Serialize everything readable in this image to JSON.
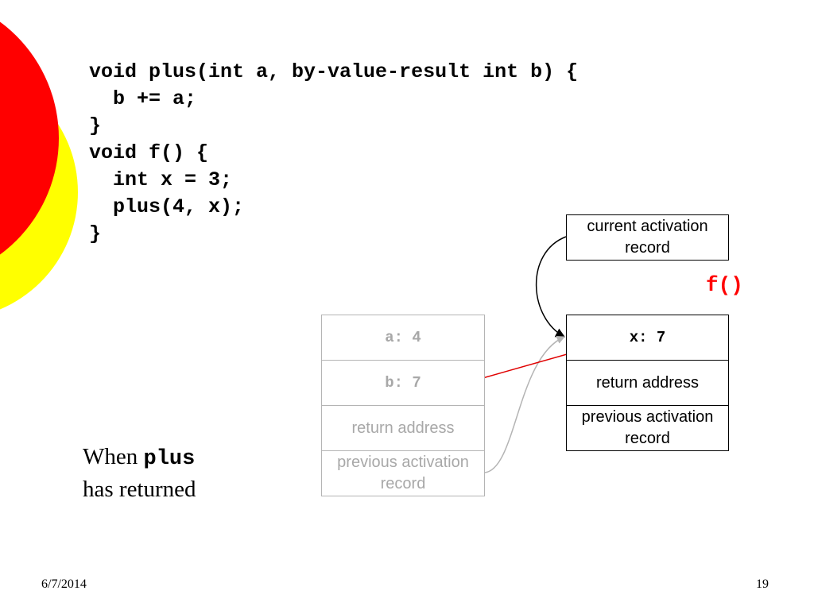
{
  "slide": {
    "code_lines": [
      "void plus(int a, by-value-result int b) {",
      "  b += a;",
      "}",
      "void f() {",
      "  int x = 3;",
      "  plus(4, x);",
      "}"
    ],
    "caption": {
      "prefix": "When ",
      "keyword": "plus",
      "suffix": "has returned"
    },
    "current_record_label": "current activation record",
    "frame_label": "f()",
    "returned_frame": {
      "a_cell": "a: 4",
      "b_cell": "b: 7",
      "return_address": "return address",
      "previous_record": "previous activation record"
    },
    "active_frame": {
      "x_cell": "x: 7",
      "return_address": "return address",
      "previous_record": "previous activation record"
    },
    "footer": {
      "date": "6/7/2014",
      "page": "19"
    },
    "colors": {
      "red_circle": "#ff0000",
      "yellow_circle": "#ffff00",
      "arrow_red": "#e00000",
      "faded": "#a8a8a8"
    }
  }
}
